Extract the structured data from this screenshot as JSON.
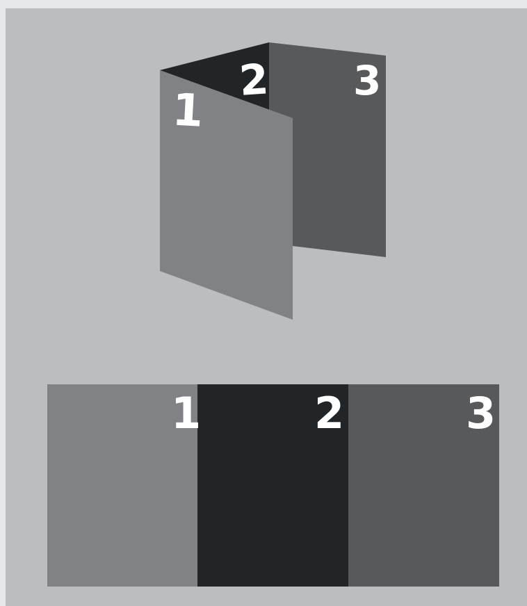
{
  "colors": {
    "page_background": "#e7e8ea",
    "canvas_background": "#bcbdc1",
    "panel_1": "#818285",
    "panel_2": "#212528",
    "panel_3": "#58595b",
    "number": "#ffffff"
  },
  "folded": {
    "panels": [
      {
        "label": "1"
      },
      {
        "label": "2"
      },
      {
        "label": "3"
      }
    ]
  },
  "flat": {
    "panels": [
      {
        "label": "1"
      },
      {
        "label": "2"
      },
      {
        "label": "3"
      }
    ]
  }
}
